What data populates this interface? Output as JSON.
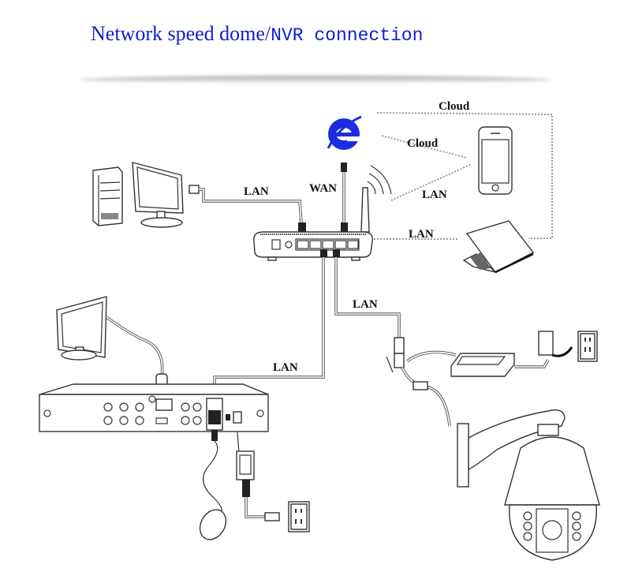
{
  "title": {
    "part1": "Network speed dome/",
    "part2": "NVR connection",
    "color": "#1020d0"
  },
  "labels": {
    "cloud_top": "Cloud",
    "cloud_mid": "Cloud",
    "lan_phone": "LAN",
    "wan": "WAN",
    "lan_pc": "LAN",
    "lan_laptop": "LAN",
    "lan_poe": "LAN",
    "lan_nvr": "LAN"
  },
  "devices": {
    "internet": "internet-explorer-icon",
    "pc": "desktop-computer",
    "router": "wireless-router",
    "phone": "smartphone",
    "laptop": "laptop",
    "nvr_monitor": "monitor",
    "nvr": "network-video-recorder",
    "mouse": "mouse",
    "poe_adapter": "poe-power-adapter",
    "camera": "speed-dome-camera",
    "outlets": "wall-outlet"
  }
}
